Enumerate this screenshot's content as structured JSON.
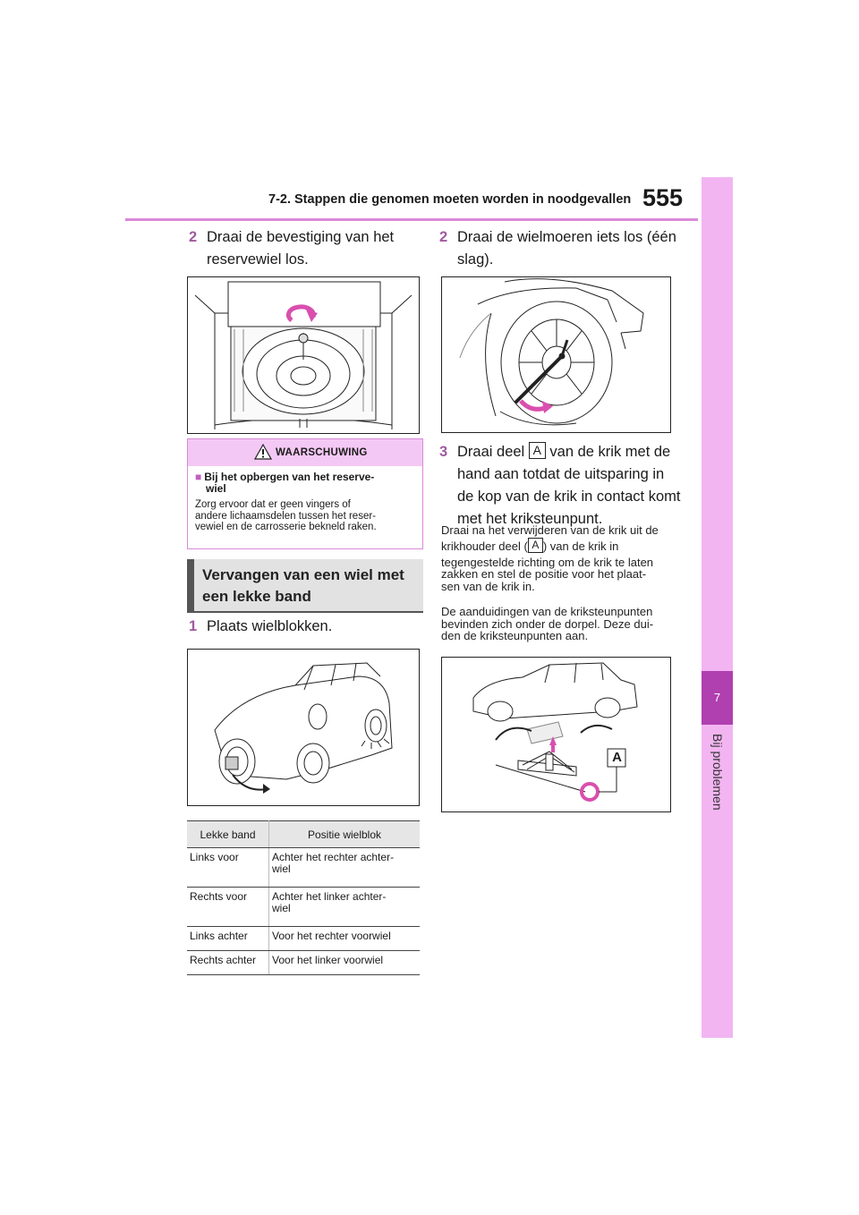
{
  "header": {
    "title": "7-2. Stappen die genomen moeten worden in noodgevallen",
    "page_number": "555"
  },
  "side_tab": {
    "chapter": "7",
    "label": "Bij problemen"
  },
  "left": {
    "step2": {
      "num": "2",
      "line1": "Draai de bevestiging van het",
      "line2": "reservewiel los."
    },
    "warning": {
      "title": "WAARSCHUWING",
      "subtitle_line1": "Bij het opbergen van het reserve-",
      "subtitle_line2": "wiel",
      "body_line1": "Zorg ervoor dat er geen vingers of",
      "body_line2": "andere lichaamsdelen tussen het reser-",
      "body_line3": "vewiel en de carrosserie bekneld raken."
    },
    "section": {
      "line1": "Vervangen van een wiel met",
      "line2": "een lekke band"
    },
    "step1": {
      "num": "1",
      "text": "Plaats wielblokken."
    },
    "table": {
      "headers": [
        "Lekke band",
        "Positie wielblok"
      ],
      "rows": [
        {
          "c1": "Links voor",
          "c2a": "Achter het rechter achter-",
          "c2b": "wiel"
        },
        {
          "c1": "Rechts voor",
          "c2a": "Achter het linker achter-",
          "c2b": "wiel"
        },
        {
          "c1": "Links achter",
          "c2a": "Voor het rechter voorwiel",
          "c2b": ""
        },
        {
          "c1": "Rechts achter",
          "c2a": "Voor het linker voorwiel",
          "c2b": ""
        }
      ]
    }
  },
  "right": {
    "step2": {
      "num": "2",
      "line1": "Draai de wielmoeren iets los (één",
      "line2": "slag)."
    },
    "step3": {
      "num": "3",
      "line1_a": "Draai deel",
      "marker": "A",
      "line1_b": "van de krik met de",
      "line2": "hand aan totdat de uitsparing in",
      "line3": "de kop van de krik in contact komt",
      "line4": "met het kriksteunpunt."
    },
    "note1": {
      "line1": "Draai na het verwijderen van de krik uit de",
      "line2_a": "krikhouder deel (",
      "line2_b": ") van de krik in",
      "line3": "tegengestelde richting om de krik te laten",
      "line4": "zakken en stel de positie voor het plaat-",
      "line5": "sen van de krik in."
    },
    "note2": {
      "line1": "De aanduidingen van de kriksteunpunten",
      "line2": "bevinden zich onder de dorpel. Deze dui-",
      "line3": "den de kriksteunpunten aan."
    },
    "figure_label": "A"
  },
  "colors": {
    "accent": "#d98ad8",
    "tab": "#f2b5f2",
    "tab_dark": "#b03fb0",
    "warning_bg": "#f4c8f4",
    "arrow": "#d94fae"
  }
}
